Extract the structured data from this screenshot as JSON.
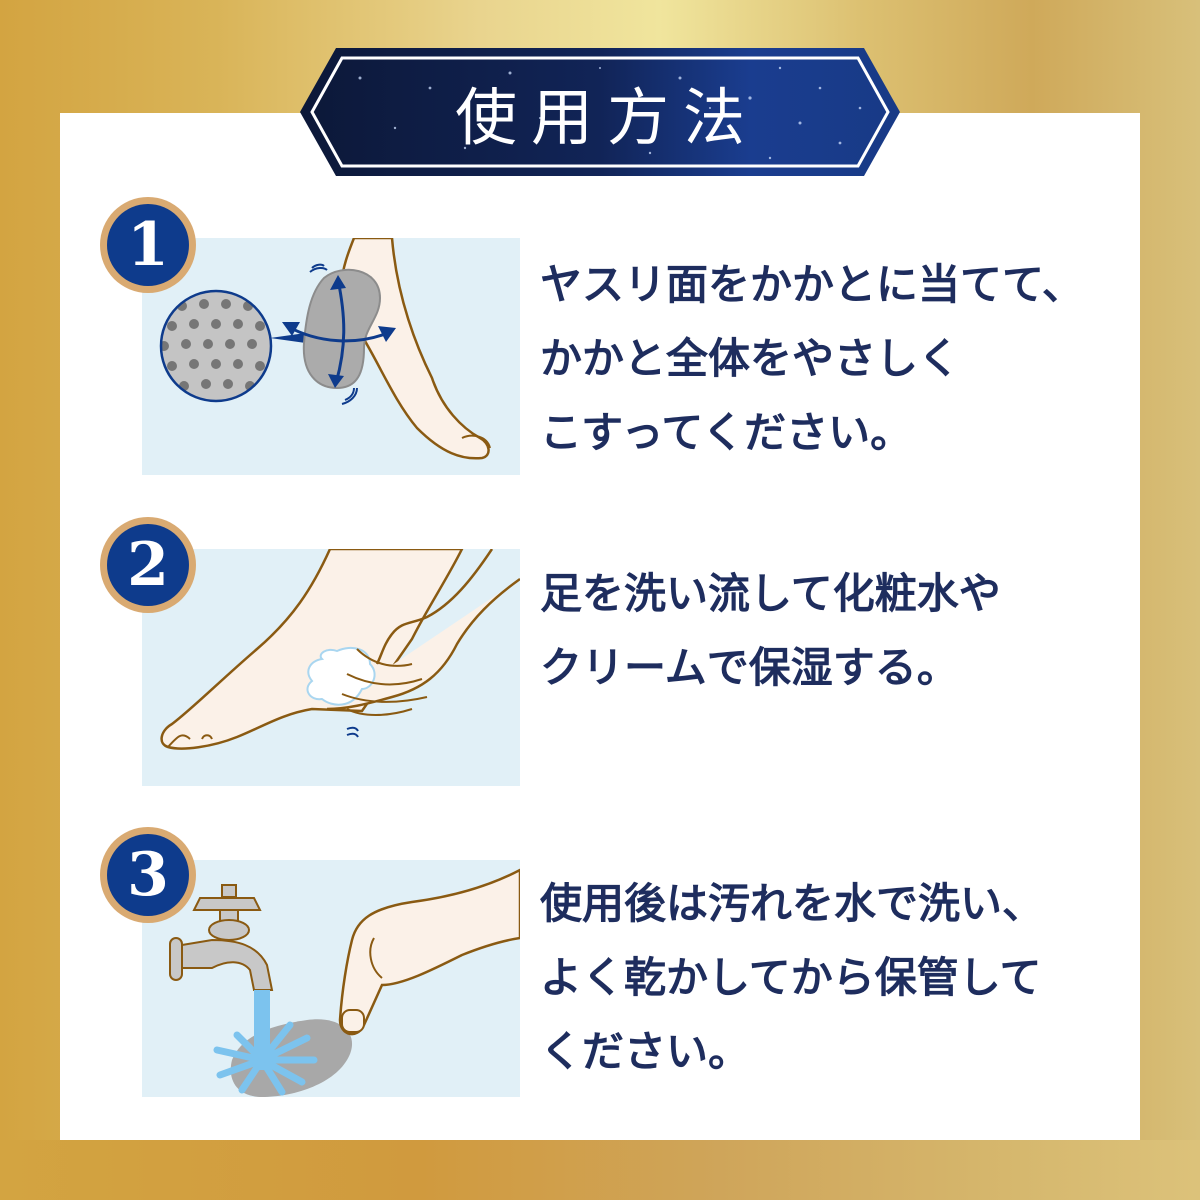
{
  "title": "使用方法",
  "colors": {
    "gold": "#d3a441",
    "panel": "#ffffff",
    "banner_navy": "#0f1d45",
    "badge_blue": "#0e3b8c",
    "badge_ring": "#d9aa72",
    "text_navy": "#1e2d5e",
    "illustration_bg": "#e1f0f7",
    "skin": "#fbf1e8",
    "skin_outline": "#8a5a12",
    "file_gray": "#a9a9a9",
    "water_blue": "#7cc3ee"
  },
  "steps": [
    {
      "number": "1",
      "illustration": "file-rubbing-heel-illustration",
      "lines": [
        "ヤスリ面をかかとに当てて、",
        "かかと全体をやさしく",
        "こすってください。"
      ]
    },
    {
      "number": "2",
      "illustration": "washing-foot-illustration",
      "lines": [
        "足を洗い流して化粧水や",
        "クリームで保湿する。"
      ]
    },
    {
      "number": "3",
      "illustration": "rinsing-file-under-faucet-illustration",
      "lines": [
        "使用後は汚れを水で洗い、",
        "よく乾かしてから保管して",
        "ください。"
      ]
    }
  ]
}
